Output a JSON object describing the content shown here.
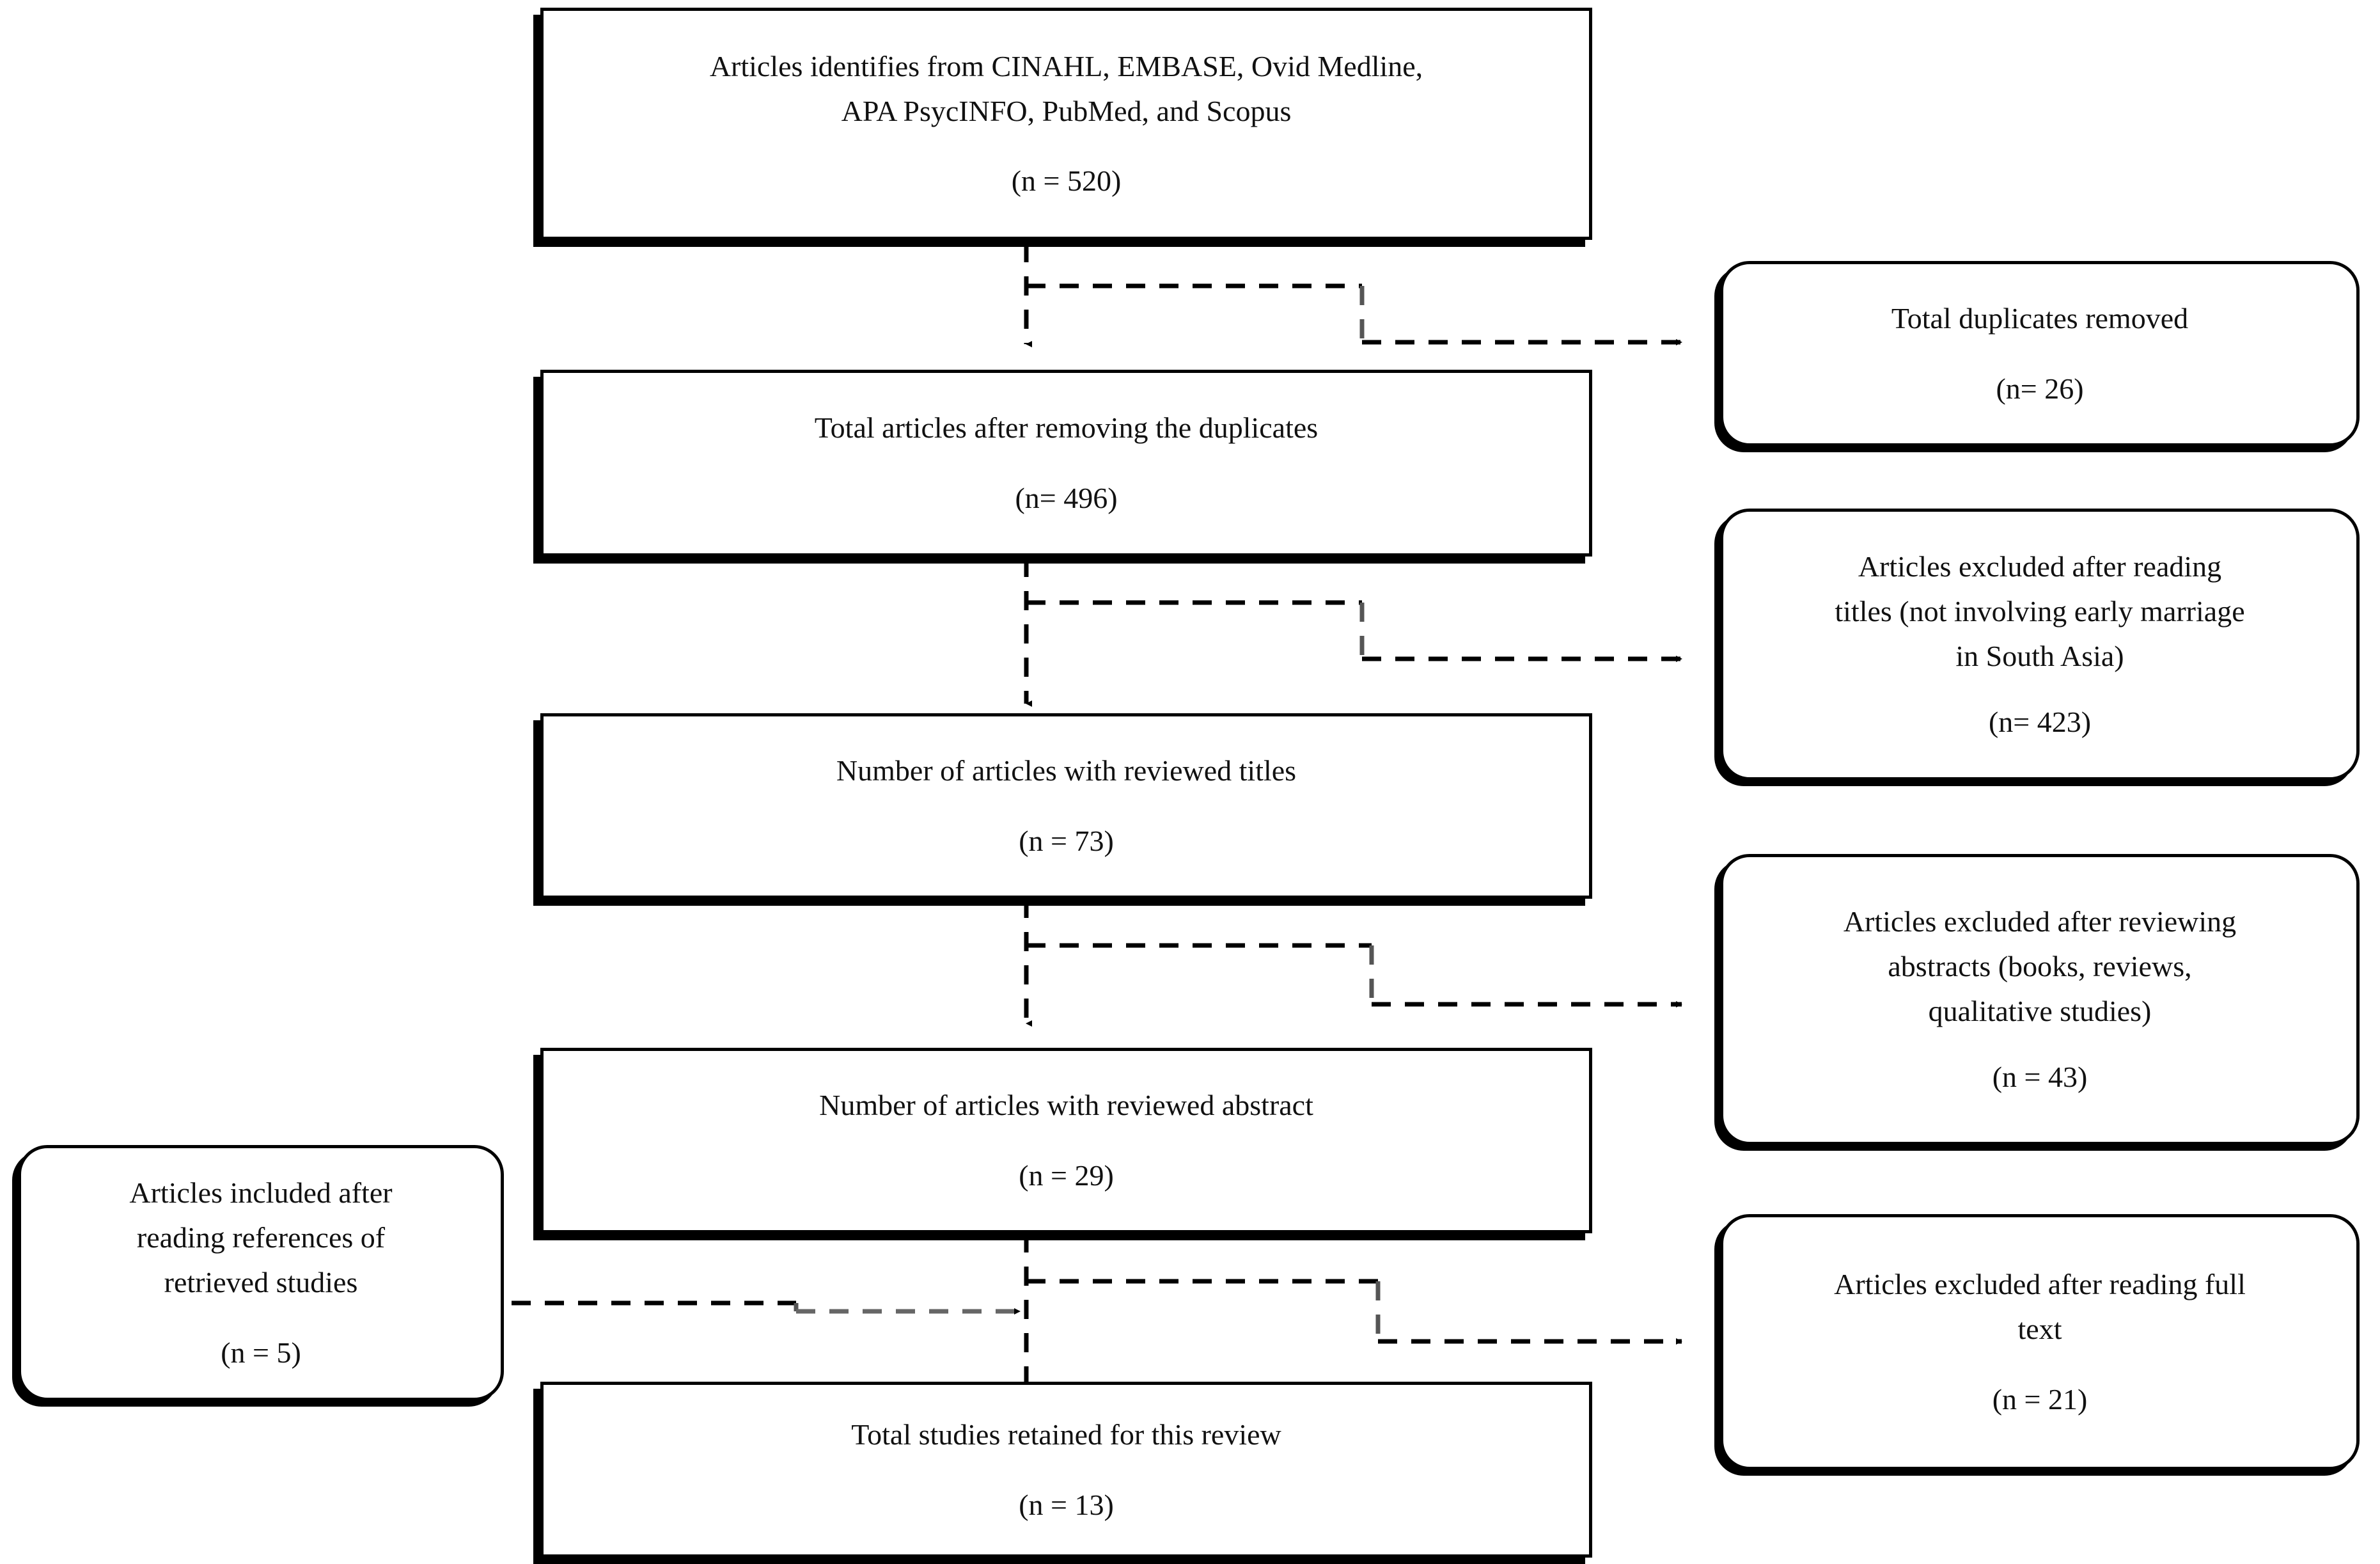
{
  "diagram": {
    "type": "prisma-flow-diagram",
    "title": "PRISMA study selection flow",
    "colors": {
      "stroke": "#000000",
      "background": "#ffffff",
      "text": "#111111"
    }
  },
  "flow": {
    "identification": {
      "line1": "Articles identifies from CINAHL, EMBASE, Ovid Medline,",
      "line2": "APA PsycINFO, PubMed, and Scopus",
      "count": "(n = 520)",
      "n": 520
    },
    "after_duplicates": {
      "line1": "Total articles after removing the duplicates",
      "count": "(n= 496)",
      "n": 496
    },
    "reviewed_titles": {
      "line1": "Number of articles with reviewed titles",
      "count": "(n = 73)",
      "n": 73
    },
    "reviewed_abstract": {
      "line1": "Number of articles with reviewed abstract",
      "count": "(n = 29)",
      "n": 29
    },
    "retained": {
      "line1": "Total studies retained for this review",
      "count": "(n = 13)",
      "n": 13
    }
  },
  "excluded": {
    "duplicates_removed": {
      "line1": "Total duplicates removed",
      "count": "(n= 26)",
      "n": 26
    },
    "titles_excluded": {
      "line1": "Articles excluded after reading",
      "line2": "titles (not involving early marriage",
      "line3": "in South Asia)",
      "count": "(n= 423)",
      "n": 423
    },
    "abstracts_excluded": {
      "line1": "Articles excluded after reviewing",
      "line2": "abstracts (books, reviews,",
      "line3": "qualitative studies)",
      "count": "(n = 43)",
      "n": 43
    },
    "fulltext_excluded": {
      "line1": "Articles excluded after reading full",
      "line2": "text",
      "count": "(n = 21)",
      "n": 21
    }
  },
  "included_extra": {
    "references_included": {
      "line1": "Articles included after",
      "line2": "reading references of",
      "line3": "retrieved studies",
      "count": "(n = 5)",
      "n": 5
    }
  },
  "connectors": {
    "style": "dashed",
    "arrowhead": "solid-triangle",
    "items": [
      {
        "name": "identification-to-after-duplicates",
        "kind": "vertical-arrow"
      },
      {
        "name": "identification-to-duplicates-removed",
        "kind": "branch-step-right-arrow"
      },
      {
        "name": "after-duplicates-to-reviewed-titles",
        "kind": "vertical-arrow"
      },
      {
        "name": "after-duplicates-to-titles-excluded",
        "kind": "branch-step-right-arrow"
      },
      {
        "name": "reviewed-titles-to-reviewed-abstract",
        "kind": "vertical-arrow"
      },
      {
        "name": "reviewed-titles-to-abstracts-excluded",
        "kind": "branch-step-right-arrow"
      },
      {
        "name": "reviewed-abstract-to-retained",
        "kind": "vertical-arrow"
      },
      {
        "name": "reviewed-abstract-to-fulltext-excluded",
        "kind": "branch-step-right-arrow"
      },
      {
        "name": "references-included-to-retained",
        "kind": "step-right-arrow"
      }
    ]
  }
}
